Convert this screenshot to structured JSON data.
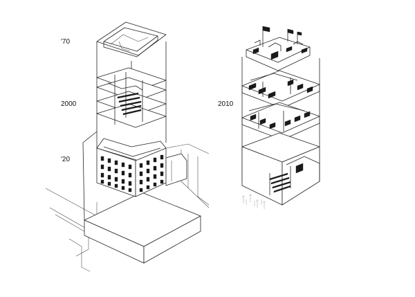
{
  "left_tower": {
    "labels": [
      "'70",
      "2000",
      "'20"
    ]
  },
  "right_tower": {
    "labels": [
      "2010"
    ]
  },
  "colors": {
    "line": "#222222",
    "background": "#ffffff",
    "fill_dark": "#1a1a1a"
  }
}
